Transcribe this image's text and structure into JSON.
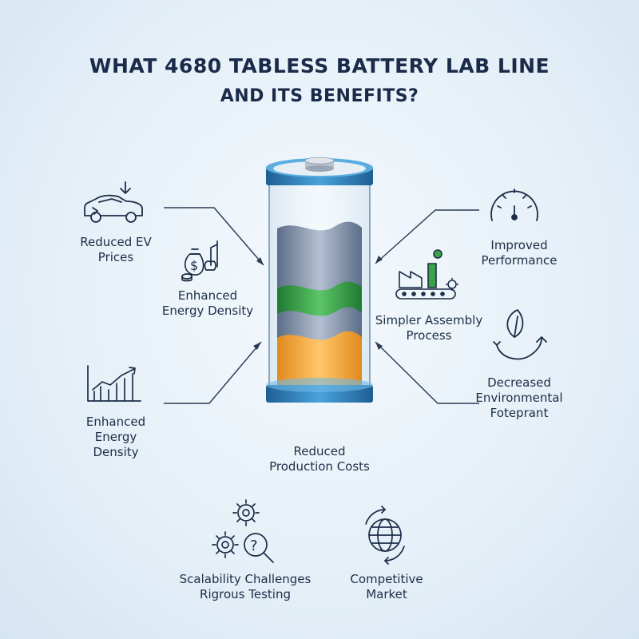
{
  "header": {
    "title_line1": "WHAT 4680 TABLESS BATTERY LAB LINE",
    "title_line2": "AND ITS BENEFITS?"
  },
  "benefits": {
    "reduced_ev_prices": [
      "Reduced EV",
      "Prices"
    ],
    "enhanced_energy_density_inner": [
      "Enhanced",
      "Energy Density"
    ],
    "enhanced_energy_density_outer": [
      "Enhanced",
      "Energy",
      "Density"
    ],
    "improved_performance": [
      "Improved",
      "Performance"
    ],
    "simpler_assembly": [
      "Simpler Assembly",
      "Process"
    ],
    "decreased_footprint": [
      "Decreased",
      "Environmental",
      "Foteprant"
    ],
    "reduced_production_costs": [
      "Reduced",
      "Production Costs"
    ],
    "scalability": [
      "Scalability Challenges",
      "Rigrous Testing"
    ],
    "competitive_market": [
      "Competitive",
      "Market"
    ]
  },
  "icons": {
    "car": "car-icon",
    "money": "money-bag-icon",
    "chart": "growth-chart-icon",
    "gauge": "speedometer-icon",
    "factory": "factory-icon",
    "leaf": "leaf-recycle-icon",
    "gears": "gears-question-icon",
    "globe": "globe-icon"
  },
  "colors": {
    "title": "#1a2b4a",
    "battery_rim": "#2e7cb6",
    "layer_gray": "#8a97ad",
    "layer_green": "#3aa34a",
    "layer_orange": "#f2a53a",
    "line": "#2a3a55"
  }
}
